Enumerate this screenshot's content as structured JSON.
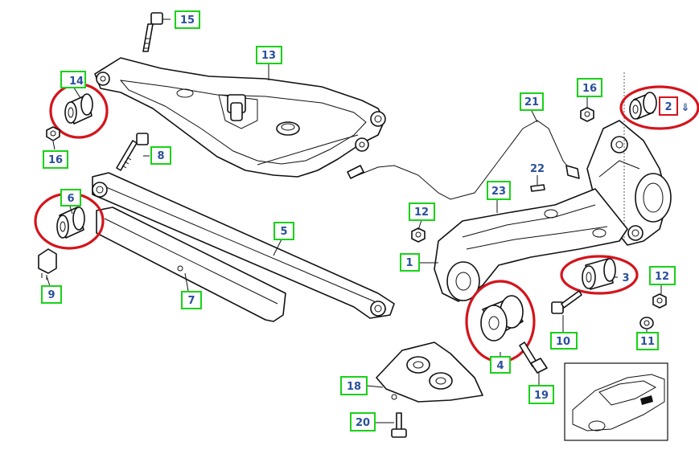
{
  "diagram": {
    "callouts": [
      {
        "id": "c1",
        "label": "1",
        "style": "green"
      },
      {
        "id": "c2",
        "label": "2",
        "style": "red"
      },
      {
        "id": "c3",
        "label": "3",
        "style": "none"
      },
      {
        "id": "c4",
        "label": "4",
        "style": "none"
      },
      {
        "id": "c5",
        "label": "5",
        "style": "green"
      },
      {
        "id": "c6",
        "label": "6",
        "style": "green"
      },
      {
        "id": "c7",
        "label": "7",
        "style": "green"
      },
      {
        "id": "c8",
        "label": "8",
        "style": "green"
      },
      {
        "id": "c9",
        "label": "9",
        "style": "green"
      },
      {
        "id": "c10",
        "label": "10",
        "style": "green"
      },
      {
        "id": "c11",
        "label": "11",
        "style": "green"
      },
      {
        "id": "c12a",
        "label": "12",
        "style": "green"
      },
      {
        "id": "c12b",
        "label": "12",
        "style": "green"
      },
      {
        "id": "c13",
        "label": "13",
        "style": "green"
      },
      {
        "id": "c14",
        "label": "14",
        "style": "green"
      },
      {
        "id": "c15",
        "label": "15",
        "style": "green"
      },
      {
        "id": "c16a",
        "label": "16",
        "style": "green"
      },
      {
        "id": "c16b",
        "label": "16",
        "style": "green"
      },
      {
        "id": "c18",
        "label": "18",
        "style": "green"
      },
      {
        "id": "c19",
        "label": "19",
        "style": "green"
      },
      {
        "id": "c20",
        "label": "20",
        "style": "green"
      },
      {
        "id": "c21",
        "label": "21",
        "style": "green"
      },
      {
        "id": "c22",
        "label": "22",
        "style": "none"
      },
      {
        "id": "c23",
        "label": "23",
        "style": "green"
      }
    ],
    "arrow_glyph": "⇓",
    "colors": {
      "highlight_circle": "#d4141c",
      "callout_border": "#19d219",
      "callout_text": "#2a4f9c",
      "linework": "#111111"
    }
  }
}
